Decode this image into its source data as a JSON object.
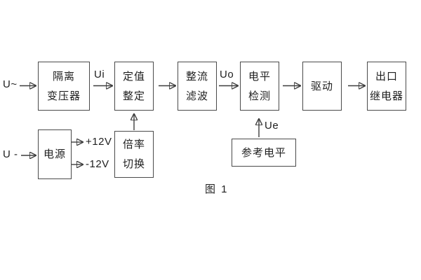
{
  "figure": {
    "caption": "图 1",
    "colors": {
      "background": "#ffffff",
      "line": "#3d3d3d",
      "box_border": "#4a4a4a",
      "text": "#1f1f1f"
    },
    "labels": {
      "input_ac": "U~",
      "input_dc": "U -",
      "ui": "Ui",
      "uo": "Uo",
      "ue": "Ue",
      "plus12": "+12V",
      "minus12": "-12V"
    },
    "blocks": {
      "isolation_transformer": {
        "line1": "隔离",
        "line2": "变压器"
      },
      "value_setting": {
        "line1": "定值",
        "line2": "整定"
      },
      "rectify_filter": {
        "line1": "整流",
        "line2": "滤波"
      },
      "level_detect": {
        "line1": "电平",
        "line2": "检测"
      },
      "drive": {
        "label": "驱动"
      },
      "outlet_relay": {
        "line1": "出口",
        "line2": "继电器"
      },
      "power_supply": {
        "label": "电源"
      },
      "multiplier_switch": {
        "line1": "倍率",
        "line2": "切换"
      },
      "reference_level": {
        "label": "参考电平"
      }
    }
  }
}
